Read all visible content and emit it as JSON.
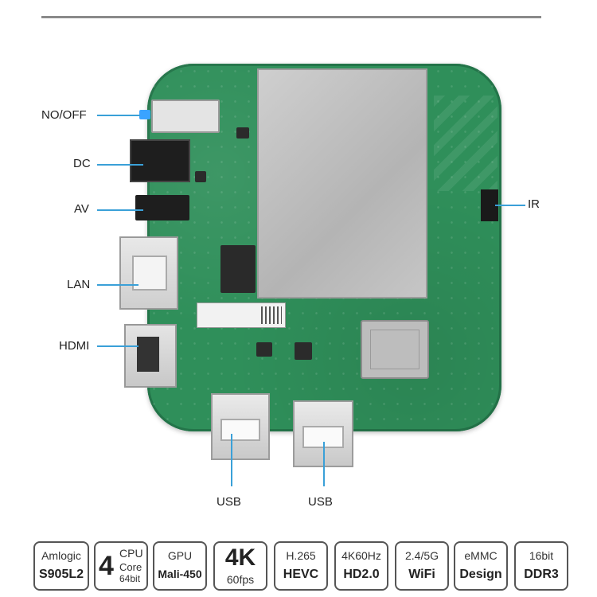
{
  "callouts": {
    "onoff": "NO/OFF",
    "dc": "DC",
    "av": "AV",
    "lan": "LAN",
    "hdmi": "HDMI",
    "ir": "IR",
    "usb1": "USB",
    "usb2": "USB"
  },
  "badges": {
    "soc": {
      "top": "Amlogic",
      "bottom": "S905L2"
    },
    "cpu": {
      "number": "4",
      "top": "CPU",
      "middle": "Core",
      "bottom": "64bit"
    },
    "gpu": {
      "top": "GPU",
      "bottom": "Mali-450"
    },
    "video": {
      "big": "4K",
      "small": "60fps"
    },
    "codec": {
      "top": "H.265",
      "bottom": "HEVC"
    },
    "output": {
      "top": "4K60Hz",
      "bottom": "HD2.0"
    },
    "wifi": {
      "top": "2.4/5G",
      "bottom": "WiFi"
    },
    "storage": {
      "top": "eMMC",
      "bottom": "Design"
    },
    "memory": {
      "top": "16bit",
      "bottom": "DDR3"
    }
  },
  "colors": {
    "board": "#2f8f5a",
    "callout_line": "#3aa0d8",
    "shield": "#c4c4c4"
  }
}
